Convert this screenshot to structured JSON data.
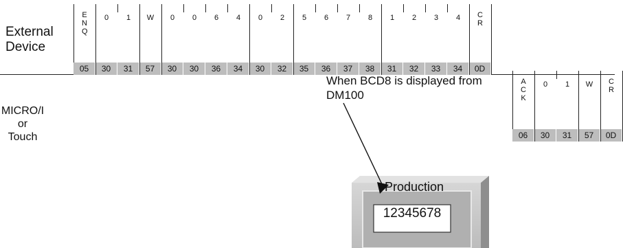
{
  "external_device_label": [
    "External",
    "Device"
  ],
  "micro_label": [
    "MICRO/I",
    "or",
    "Touch"
  ],
  "note_lines": [
    "When BCD8 is displayed from",
    "DM100"
  ],
  "tx": {
    "top_chars": [
      "ENQ",
      "0",
      "1",
      "W",
      "0",
      "0",
      "6",
      "4",
      "0",
      "2",
      "5",
      "6",
      "7",
      "8",
      "1",
      "2",
      "3",
      "4",
      "CR"
    ],
    "hex": [
      "05",
      "30",
      "31",
      "57",
      "30",
      "30",
      "36",
      "34",
      "30",
      "32",
      "35",
      "36",
      "37",
      "38",
      "31",
      "32",
      "33",
      "34",
      "0D"
    ]
  },
  "rx": {
    "top_chars": [
      "ACK",
      "0",
      "1",
      "W",
      "CR"
    ],
    "hex": [
      "06",
      "30",
      "31",
      "57",
      "0D"
    ]
  },
  "screen": {
    "title": "Production",
    "value": "12345678"
  },
  "colors": {
    "hex_row_bg": "#bdbdbd",
    "panel_gray": "#c4c4c4",
    "panel_dark": "#9a9a9a"
  }
}
